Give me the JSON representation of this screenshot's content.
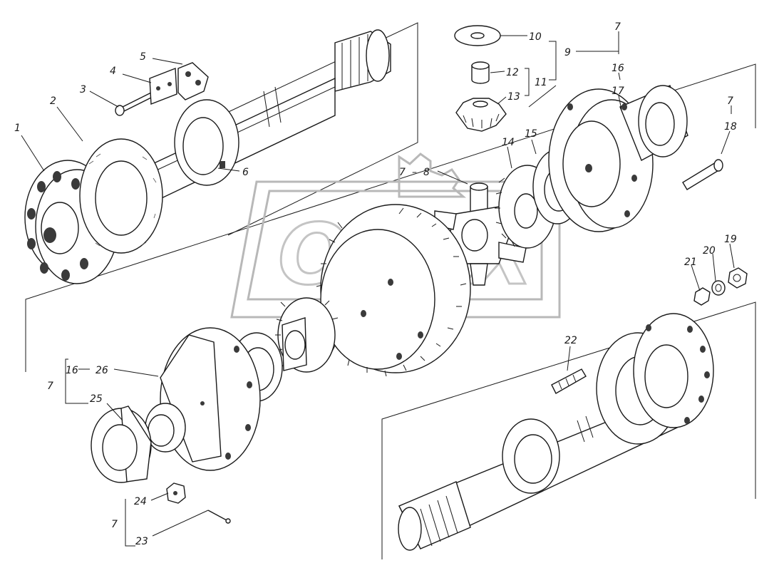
{
  "diagram": {
    "watermark": "OPEX",
    "labels": [
      {
        "id": "1",
        "text": "1"
      },
      {
        "id": "2",
        "text": "2"
      },
      {
        "id": "3",
        "text": "3"
      },
      {
        "id": "4",
        "text": "4"
      },
      {
        "id": "5",
        "text": "5"
      },
      {
        "id": "6",
        "text": "6"
      },
      {
        "id": "7a",
        "text": "7"
      },
      {
        "id": "8",
        "text": "8"
      },
      {
        "id": "7b",
        "text": "7"
      },
      {
        "id": "9",
        "text": "9"
      },
      {
        "id": "10",
        "text": "10"
      },
      {
        "id": "11",
        "text": "11"
      },
      {
        "id": "12",
        "text": "12"
      },
      {
        "id": "13",
        "text": "13"
      },
      {
        "id": "14",
        "text": "14"
      },
      {
        "id": "15",
        "text": "15"
      },
      {
        "id": "16a",
        "text": "16"
      },
      {
        "id": "17",
        "text": "17"
      },
      {
        "id": "7c",
        "text": "7"
      },
      {
        "id": "18",
        "text": "18"
      },
      {
        "id": "19",
        "text": "19"
      },
      {
        "id": "20",
        "text": "20"
      },
      {
        "id": "21",
        "text": "21"
      },
      {
        "id": "22",
        "text": "22"
      },
      {
        "id": "7d",
        "text": "7"
      },
      {
        "id": "16b",
        "text": "16"
      },
      {
        "id": "26",
        "text": "26"
      },
      {
        "id": "25",
        "text": "25"
      },
      {
        "id": "7e",
        "text": "7"
      },
      {
        "id": "24",
        "text": "24"
      },
      {
        "id": "23",
        "text": "23"
      }
    ]
  }
}
